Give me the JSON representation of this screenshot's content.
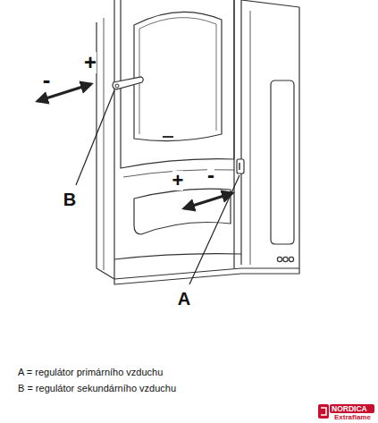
{
  "diagram": {
    "labels": [
      "-",
      "+",
      "+",
      "-",
      "B",
      "A",
      "A = regulátor primárního vzduchu",
      "B = regulátor sekundárního vzduchu",
      "NORDICA",
      "Extraflame"
    ]
  }
}
